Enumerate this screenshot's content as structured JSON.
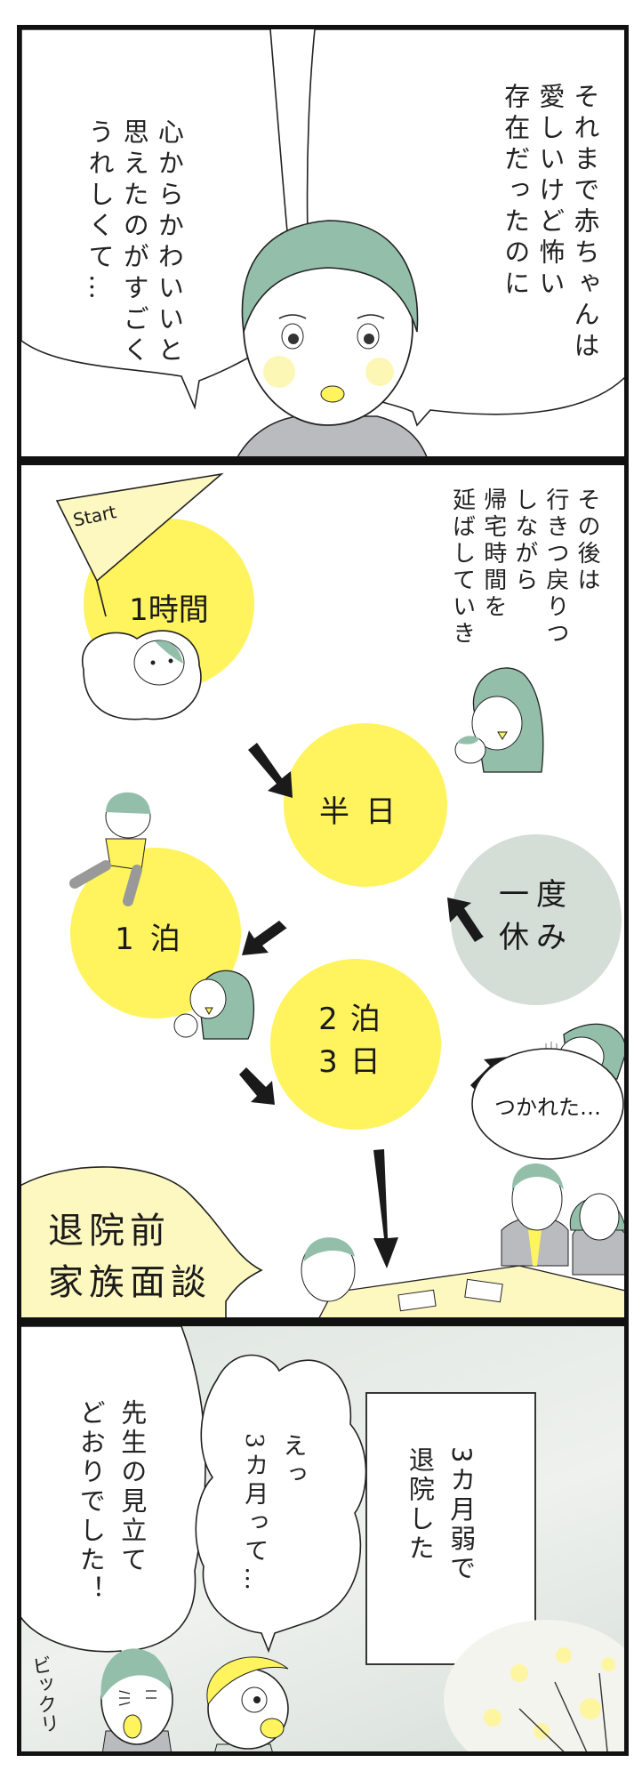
{
  "panel1": {
    "right_bubble": [
      "それまで赤ちゃんは",
      "愛しいけど怖い",
      "存在だったのに"
    ],
    "left_bubble": [
      "心からかわいいと",
      "思えたのがすごく",
      "うれしくて…"
    ]
  },
  "panel2": {
    "narration": [
      "その後は",
      "行きつ戻りつ",
      "しながら",
      "帰宅時間を",
      "延ばしていき"
    ],
    "flag": "Start",
    "steps": {
      "one_hour": "1時間",
      "half_day": "半日",
      "one_night": "1泊",
      "two_nights": [
        "2泊",
        "3日"
      ],
      "rest": [
        "一度",
        "休み"
      ]
    },
    "tired": "つかれた…",
    "meeting": [
      "退院前",
      "家族面談"
    ]
  },
  "panel3": {
    "caption": [
      "3カ月弱で",
      "退院した"
    ],
    "surprise": [
      "えっ",
      "3カ月って…"
    ],
    "doctor": [
      "先生の見立て",
      "どおりでした！"
    ],
    "sfx": "ビックリ"
  },
  "colors": {
    "yellow": "#fff35e",
    "mint": "#93bfaa",
    "rest_gray": "#d4ddd6",
    "pale_yellow": "#fdf7c0",
    "suit_gray": "#b9bbbe"
  }
}
